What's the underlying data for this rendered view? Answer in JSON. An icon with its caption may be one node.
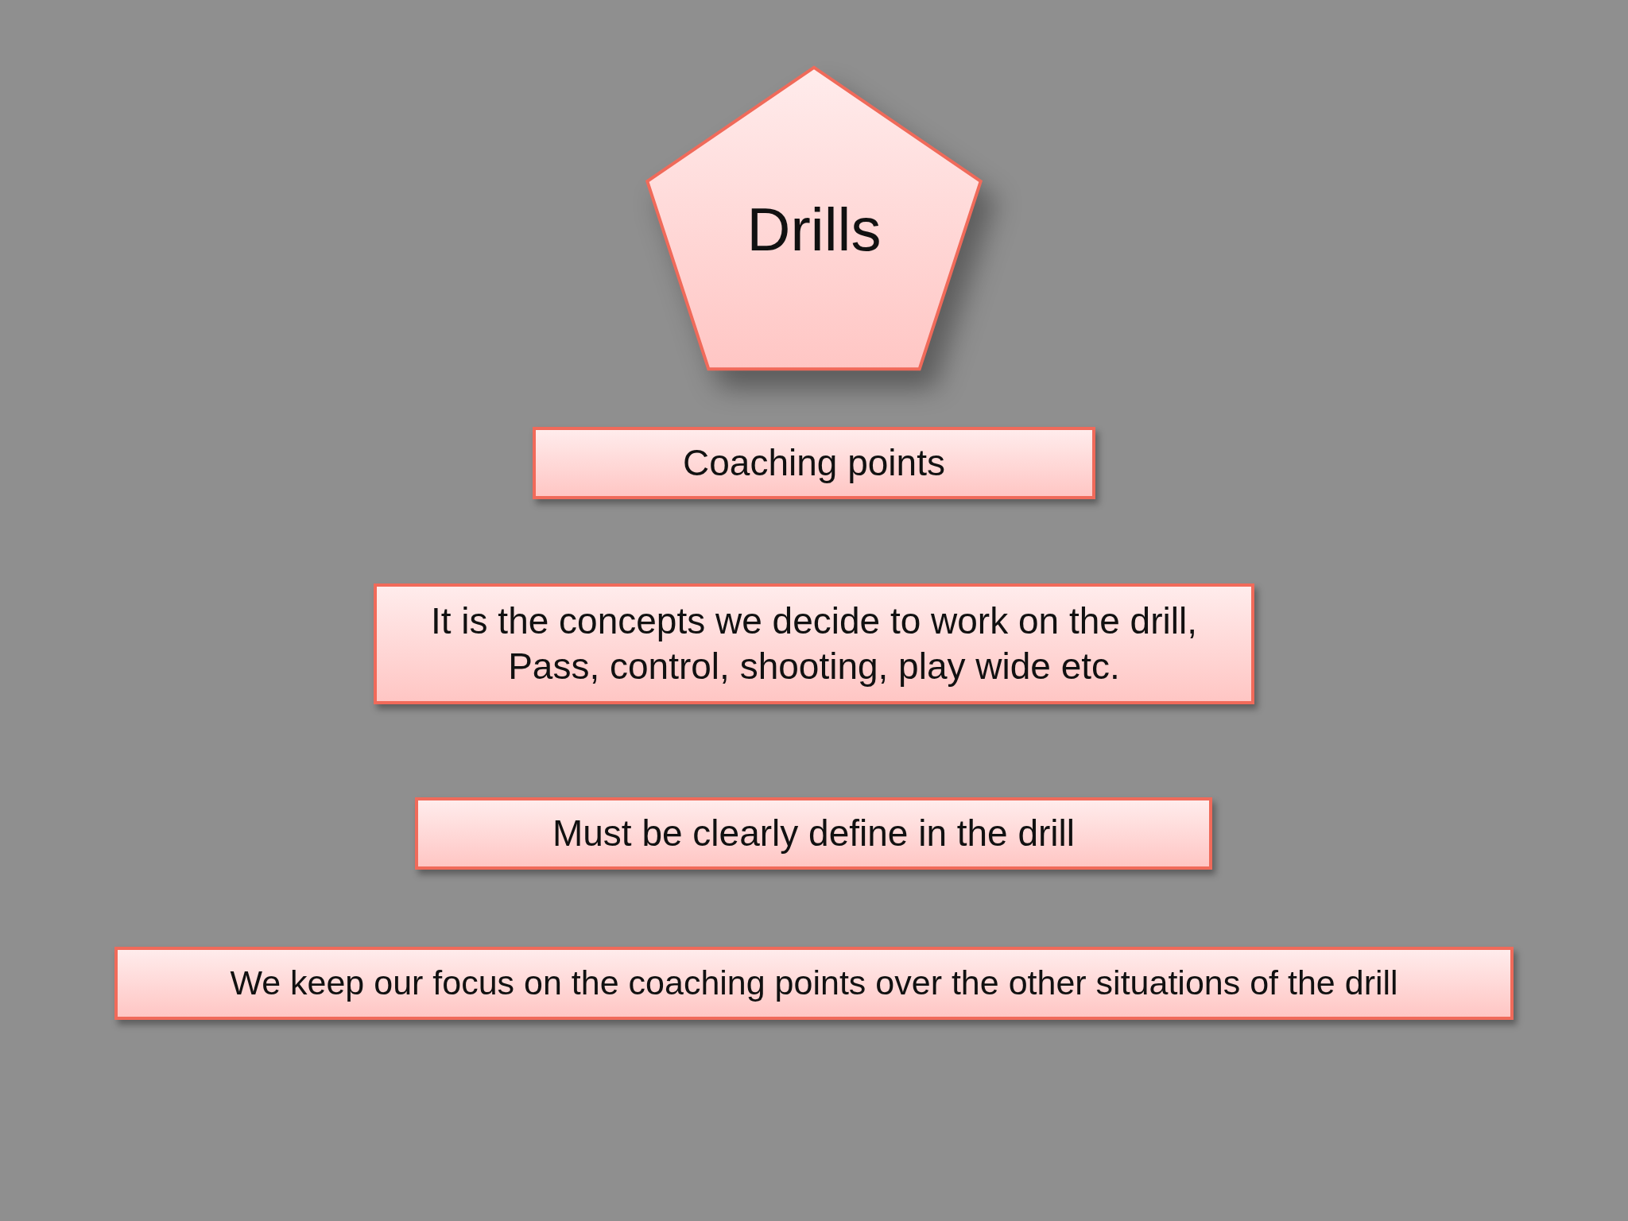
{
  "diagram": {
    "nodes": [
      {
        "text": [
          "Drills"
        ]
      },
      {
        "text": [
          "Coaching points"
        ]
      },
      {
        "text": [
          "It is the concepts we decide to work on the drill, Pass, control, shooting, play wide etc."
        ]
      },
      {
        "text": [
          "Must be clearly define in the drill"
        ]
      },
      {
        "text": [
          "We keep our focus on the coaching points over the other situations of the drill"
        ]
      }
    ]
  }
}
